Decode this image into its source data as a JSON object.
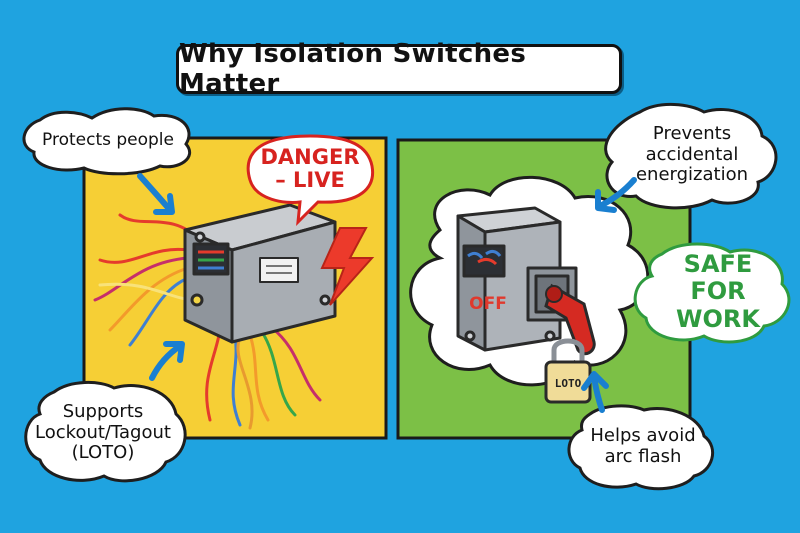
{
  "title": "Why Isolation Switches Matter",
  "left_panel": {
    "callout_top": "Protects people",
    "danger_label": "DANGER\n– LIVE",
    "callout_bottom": "Supports\nLockout/Tagout\n(LOTO)",
    "colors": {
      "panel": "#f6cf35",
      "danger": "#d7231f"
    }
  },
  "right_panel": {
    "callout_top": "Prevents\naccidental\nenergization",
    "safe_label": "SAFE\nFOR WORK",
    "switch_state": "OFF",
    "lock_tag": "LOTO",
    "callout_bottom": "Helps avoid\narc flash",
    "colors": {
      "panel": "#7cc046",
      "safe": "#2f9b3f"
    }
  },
  "icons": [
    "lightning-bolt-icon",
    "padlock-icon",
    "arrow-icon",
    "cloud-bubble-icon"
  ],
  "colors": {
    "background": "#1fa3e0",
    "arrow": "#1a7fd0"
  }
}
